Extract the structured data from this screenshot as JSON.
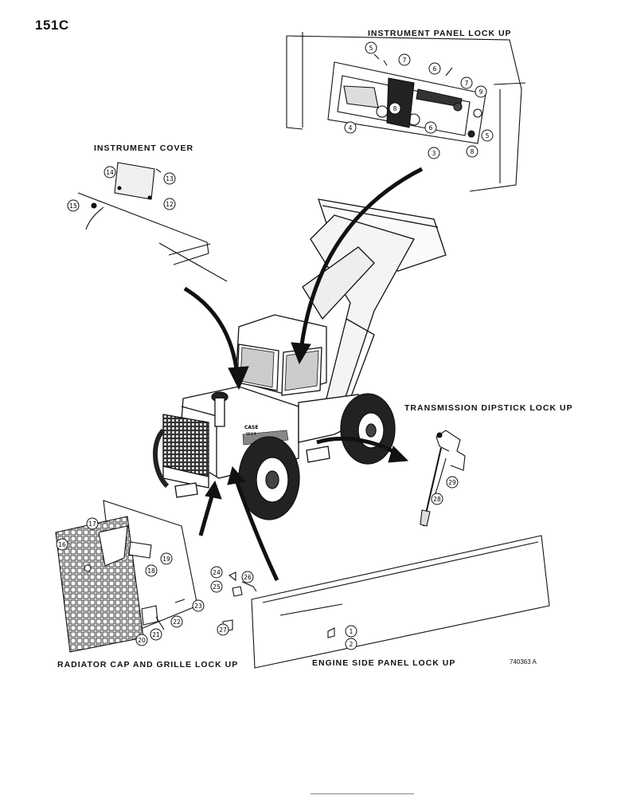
{
  "page": {
    "number": "151C"
  },
  "captions": {
    "instrument_panel": "INSTRUMENT PANEL LOCK UP",
    "instrument_cover": "INSTRUMENT COVER",
    "transmission_dipstick": "TRANSMISSION DIPSTICK LOCK UP",
    "radiator_grille": "RADIATOR CAP AND  GRILLE  LOCK UP",
    "engine_side_panel": "ENGINE SIDE PANEL LOCK UP"
  },
  "reference_code": "740363 A",
  "machine_badge": {
    "line1": "CASE",
    "line2": "W14"
  },
  "callouts": {
    "c1": "1",
    "c2": "2",
    "c3": "3",
    "c4": "4",
    "c5a": "5",
    "c5b": "5",
    "c6a": "6",
    "c6b": "6",
    "c7a": "7",
    "c7b": "7",
    "c8a": "8",
    "c8b": "8",
    "c9": "9",
    "c12": "12",
    "c13": "13",
    "c14": "14",
    "c15": "15",
    "c16": "16",
    "c17": "17",
    "c18": "18",
    "c19": "19",
    "c20": "20",
    "c21": "21",
    "c22": "22",
    "c23": "23",
    "c24": "24",
    "c25": "25",
    "c26": "26",
    "c27": "27",
    "c28": "28",
    "c29": "29"
  }
}
